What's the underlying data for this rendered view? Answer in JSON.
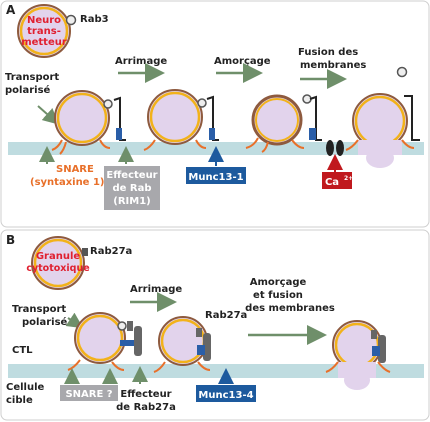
{
  "panel_a": {
    "letter": "A",
    "vesicle_label": [
      "Neuro",
      "trans-",
      "metteur"
    ],
    "rab_label": "Rab3",
    "transport_label": [
      "Transport",
      "polarisé"
    ],
    "step_docking": "Arrimage",
    "step_priming": "Amorçage",
    "step_fusion": [
      "Fusion des",
      "membranes"
    ],
    "snare_label": [
      "SNARE",
      "(syntaxine 1)"
    ],
    "effector_box": [
      "Effecteur",
      "de Rab",
      "(RIM1)"
    ],
    "munc_box": "Munc13-1",
    "calcium_box": "Ca",
    "calcium_sup": "2+"
  },
  "panel_b": {
    "letter": "B",
    "vesicle_label": [
      "Granule",
      "cytotoxique"
    ],
    "rab_label": "Rab27a",
    "transport_label": [
      "Transport",
      "polarisé"
    ],
    "step_docking": "Arrimage",
    "rab_label_2": "Rab27a",
    "step_priming_fusion": [
      "Amorçage",
      "et fusion",
      "des membranes"
    ],
    "ctl_label": "CTL",
    "target_label": [
      "Cellule",
      "cible"
    ],
    "snare_box": "SNARE ?",
    "effector_label": [
      "Effecteur",
      "de Rab27a"
    ],
    "munc_box": "Munc13-4"
  },
  "colors": {
    "vesicle_fill": "#e2d3ec",
    "vesicle_outline": "#f2b21a",
    "vesicle_ring": "#8e5a3e",
    "membrane": "#bfdce0",
    "snare": "#e8702a",
    "arrow": "#6f8f6a",
    "munc_box": "#1d5a9e",
    "effector_box": "#a8a8ac",
    "calcium_box": "#c0191e",
    "label_red": "#e02030"
  }
}
